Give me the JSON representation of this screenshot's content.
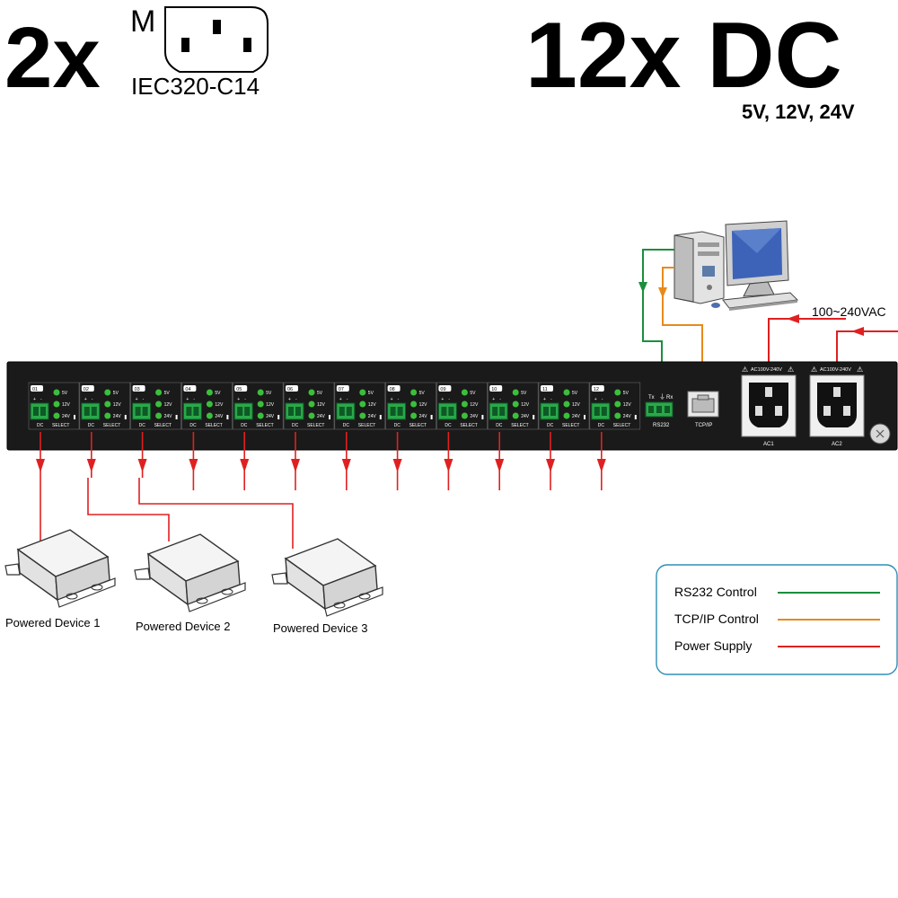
{
  "header": {
    "ac_count": "2x",
    "ac_gender": "M",
    "ac_type": "IEC320-C14",
    "dc_count": "12x DC",
    "dc_voltages": "5V, 12V, 24V"
  },
  "ac_input_label": "100~240VAC",
  "ports": [
    "01",
    "02",
    "03",
    "04",
    "05",
    "06",
    "07",
    "08",
    "09",
    "10",
    "11",
    "12"
  ],
  "port_labels": {
    "dc": "DC",
    "select": "SELECT",
    "v5": "5V",
    "v12": "12V",
    "v24": "24V",
    "plus": "+",
    "minus": "-"
  },
  "rs232": {
    "label": "RS232",
    "tx": "Tx",
    "gnd": "⏚",
    "rx": "Rx"
  },
  "tcpip_label": "TCP/IP",
  "ac_sockets": [
    {
      "label": "AC1",
      "rating": "AC100V-240V"
    },
    {
      "label": "AC2",
      "rating": "AC100V-240V"
    }
  ],
  "devices": [
    "Powered Device 1",
    "Powered Device 2",
    "Powered Device 3"
  ],
  "legend": [
    {
      "label": "RS232 Control",
      "color": "#1a8f3c"
    },
    {
      "label": "TCP/IP Control",
      "color": "#e88a1a"
    },
    {
      "label": "Power Supply",
      "color": "#e02020"
    }
  ],
  "colors": {
    "panel": "#1a1a1a",
    "terminal": "#2aa84a",
    "led": "#3bbf3b"
  }
}
